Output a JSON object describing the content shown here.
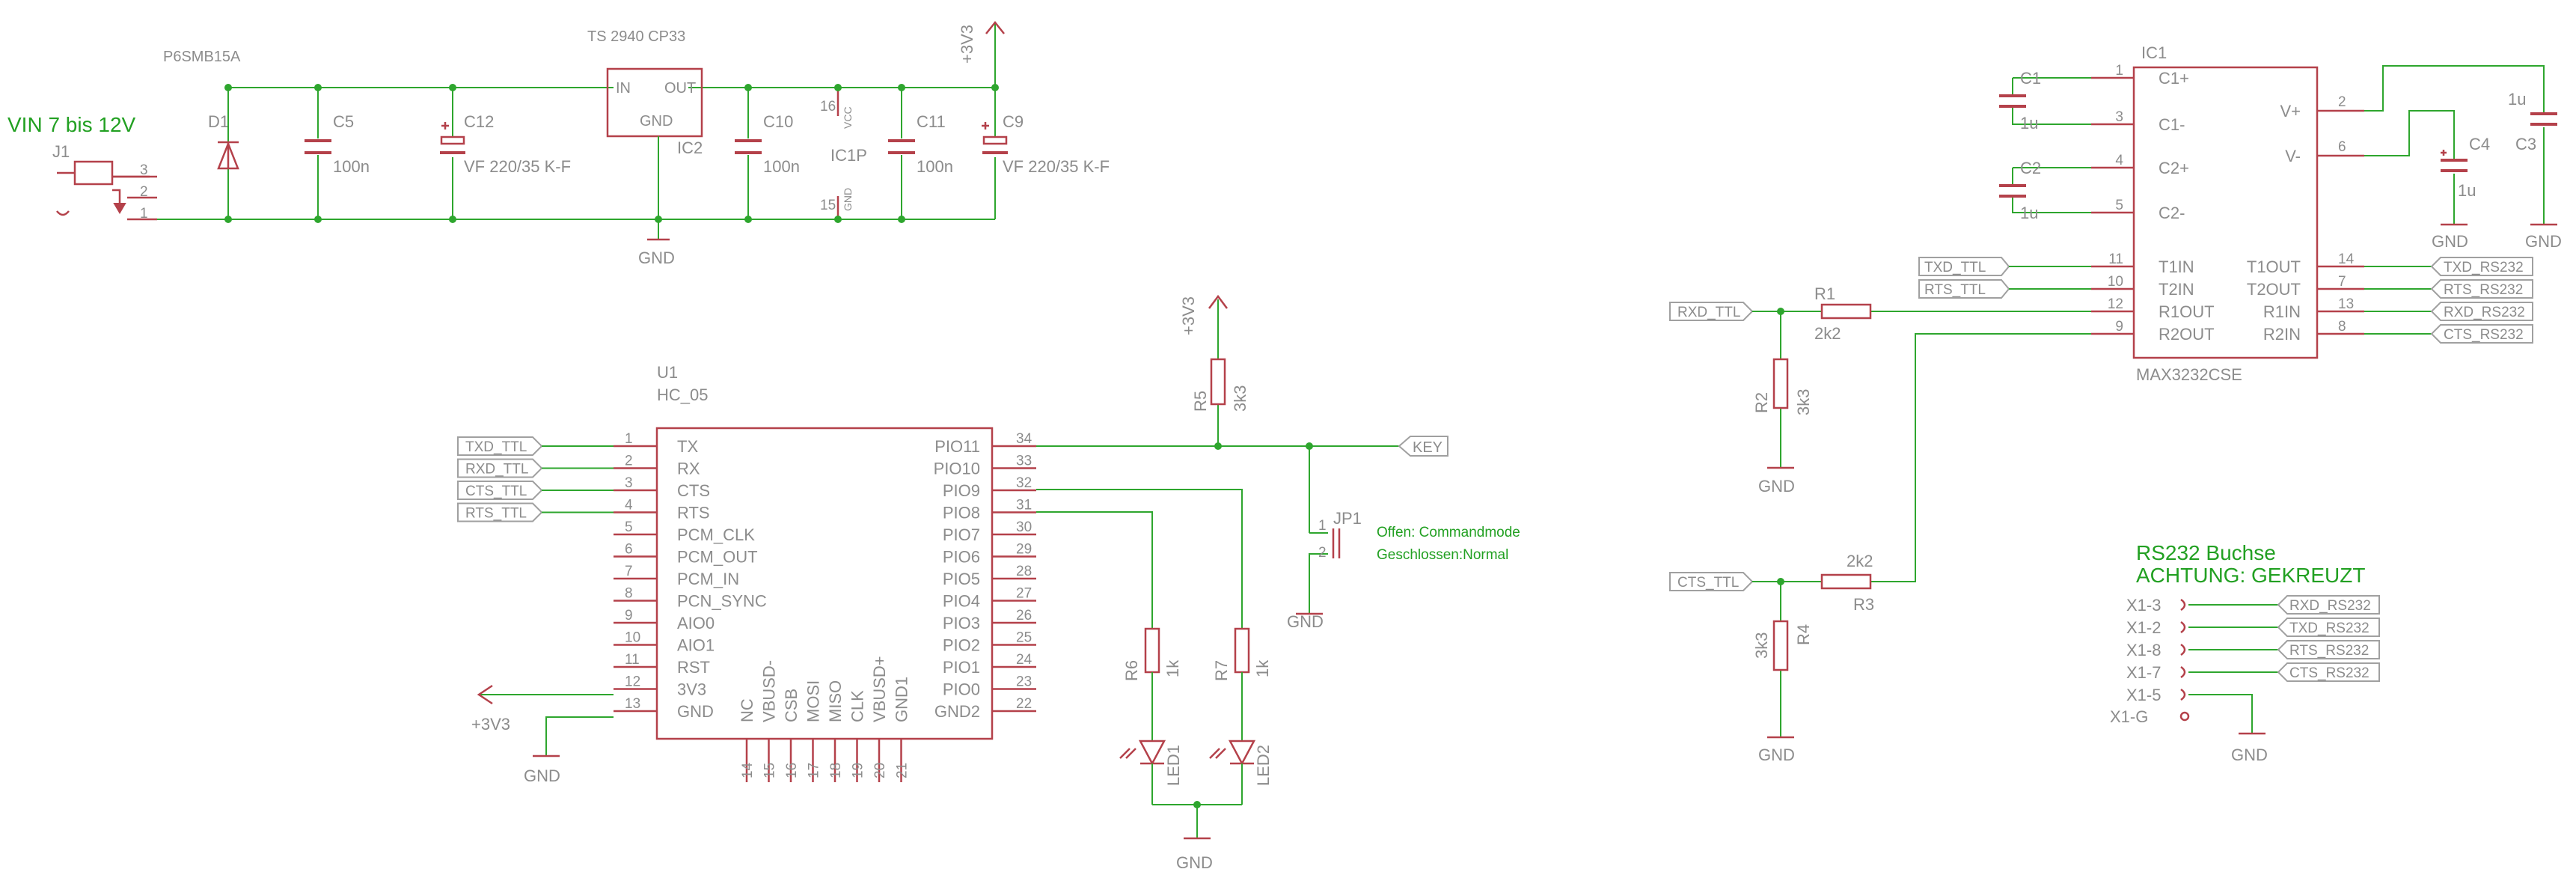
{
  "power": {
    "vin_label": "VIN 7 bis 12V",
    "j1_name": "J1",
    "j1_pins": [
      "3",
      "2",
      "1"
    ],
    "d1_name": "D1",
    "d1_part": "P6SMB15A",
    "c5_name": "C5",
    "c5_value": "100n",
    "c12_name": "C12",
    "c12_value": "VF 220/35 K-F",
    "reg_part": "TS 2940 CP33",
    "reg_in": "IN",
    "reg_out": "OUT",
    "reg_gnd": "GND",
    "reg_name": "IC2",
    "c10_name": "C10",
    "c10_value": "100n",
    "ic1p_name": "IC1P",
    "ic1p_vcc": "VCC",
    "ic1p_gnd": "GND",
    "ic1p_pin16": "16",
    "ic1p_pin15": "15",
    "c11_name": "C11",
    "c11_value": "100n",
    "c9_name": "C9",
    "c9_value": "VF 220/35 K-F",
    "rail": "+3V3",
    "gnd": "GND"
  },
  "hc05": {
    "name": "U1",
    "part": "HC_05",
    "left_pins": [
      {
        "num": "1",
        "name": "TX"
      },
      {
        "num": "2",
        "name": "RX"
      },
      {
        "num": "3",
        "name": "CTS"
      },
      {
        "num": "4",
        "name": "RTS"
      },
      {
        "num": "5",
        "name": "PCM_CLK"
      },
      {
        "num": "6",
        "name": "PCM_OUT"
      },
      {
        "num": "7",
        "name": "PCM_IN"
      },
      {
        "num": "8",
        "name": "PCN_SYNC"
      },
      {
        "num": "9",
        "name": "AIO0"
      },
      {
        "num": "10",
        "name": "AIO1"
      },
      {
        "num": "11",
        "name": "RST"
      },
      {
        "num": "12",
        "name": "3V3"
      },
      {
        "num": "13",
        "name": "GND"
      }
    ],
    "right_pins": [
      {
        "num": "34",
        "name": "PIO11"
      },
      {
        "num": "33",
        "name": "PIO10"
      },
      {
        "num": "32",
        "name": "PIO9"
      },
      {
        "num": "31",
        "name": "PIO8"
      },
      {
        "num": "30",
        "name": "PIO7"
      },
      {
        "num": "29",
        "name": "PIO6"
      },
      {
        "num": "28",
        "name": "PIO5"
      },
      {
        "num": "27",
        "name": "PIO4"
      },
      {
        "num": "26",
        "name": "PIO3"
      },
      {
        "num": "25",
        "name": "PIO2"
      },
      {
        "num": "24",
        "name": "PIO1"
      },
      {
        "num": "23",
        "name": "PIO0"
      },
      {
        "num": "22",
        "name": "GND2"
      }
    ],
    "bottom_pins": [
      {
        "num": "14",
        "name": "NC"
      },
      {
        "num": "15",
        "name": "VBUSD-"
      },
      {
        "num": "16",
        "name": "CSB"
      },
      {
        "num": "17",
        "name": "MOSI"
      },
      {
        "num": "18",
        "name": "MISO"
      },
      {
        "num": "19",
        "name": "CLK"
      },
      {
        "num": "20",
        "name": "VBUSD+"
      },
      {
        "num": "21",
        "name": "GND1"
      }
    ],
    "net_labels": [
      "TXD_TTL",
      "RXD_TTL",
      "CTS_TTL",
      "RTS_TTL"
    ],
    "supply": "+3V3",
    "gnd": "GND"
  },
  "key_circuit": {
    "r5_name": "R5",
    "r5_value": "3k3",
    "rail": "+3V3",
    "key_label": "KEY",
    "jp1_name": "JP1",
    "jp1_pins": [
      "1",
      "2"
    ],
    "jp1_note1": "Offen: Commandmode",
    "jp1_note2": "Geschlossen:Normal",
    "jp1_gnd": "GND",
    "r6_name": "R6",
    "r6_value": "1k",
    "r7_name": "R7",
    "r7_value": "1k",
    "led1_name": "LED1",
    "led2_name": "LED2",
    "gnd": "GND"
  },
  "max3232": {
    "name": "IC1",
    "part": "MAX3232CSE",
    "left_pins": [
      {
        "num": "1",
        "name": "C1+"
      },
      {
        "num": "3",
        "name": "C1-"
      },
      {
        "num": "4",
        "name": "C2+"
      },
      {
        "num": "5",
        "name": "C2-"
      },
      {
        "num": "11",
        "name": "T1IN"
      },
      {
        "num": "10",
        "name": "T2IN"
      },
      {
        "num": "12",
        "name": "R1OUT"
      },
      {
        "num": "9",
        "name": "R2OUT"
      }
    ],
    "right_pins_top": [
      {
        "num": "2",
        "name": "V+"
      },
      {
        "num": "6",
        "name": "V-"
      }
    ],
    "right_pins": [
      {
        "num": "14",
        "name": "T1OUT"
      },
      {
        "num": "7",
        "name": "T2OUT"
      },
      {
        "num": "13",
        "name": "R1IN"
      },
      {
        "num": "8",
        "name": "R2IN"
      }
    ],
    "c1_name": "C1",
    "c1_value": "1u",
    "c2_name": "C2",
    "c2_value": "1u",
    "c3_name": "C3",
    "c3_value": "1u",
    "c4_name": "C4",
    "c4_value": "1u",
    "in_labels": [
      "TXD_TTL",
      "RTS_TTL"
    ],
    "out_labels": [
      "TXD_RS232",
      "RTS_RS232",
      "RXD_RS232",
      "CTS_RS232"
    ],
    "gnd": "GND"
  },
  "rx_side": {
    "rxd_label": "RXD_TTL",
    "r1_name": "R1",
    "r1_value": "2k2",
    "r2_name": "R2",
    "r2_value": "3k3",
    "cts_label": "CTS_TTL",
    "r3_name": "R3",
    "r3_value": "2k2",
    "r4_name": "R4",
    "r4_value": "3k3",
    "gnd": "GND"
  },
  "connector": {
    "title1": "RS232 Buchse",
    "title2": "ACHTUNG: GEKREUZT",
    "pins": [
      {
        "name": "X1-3",
        "net": "RXD_RS232"
      },
      {
        "name": "X1-2",
        "net": "TXD_RS232"
      },
      {
        "name": "X1-8",
        "net": "RTS_RS232"
      },
      {
        "name": "X1-7",
        "net": "CTS_RS232"
      },
      {
        "name": "X1-5",
        "net": ""
      }
    ],
    "ground_pin": "X1-G",
    "gnd": "GND"
  }
}
